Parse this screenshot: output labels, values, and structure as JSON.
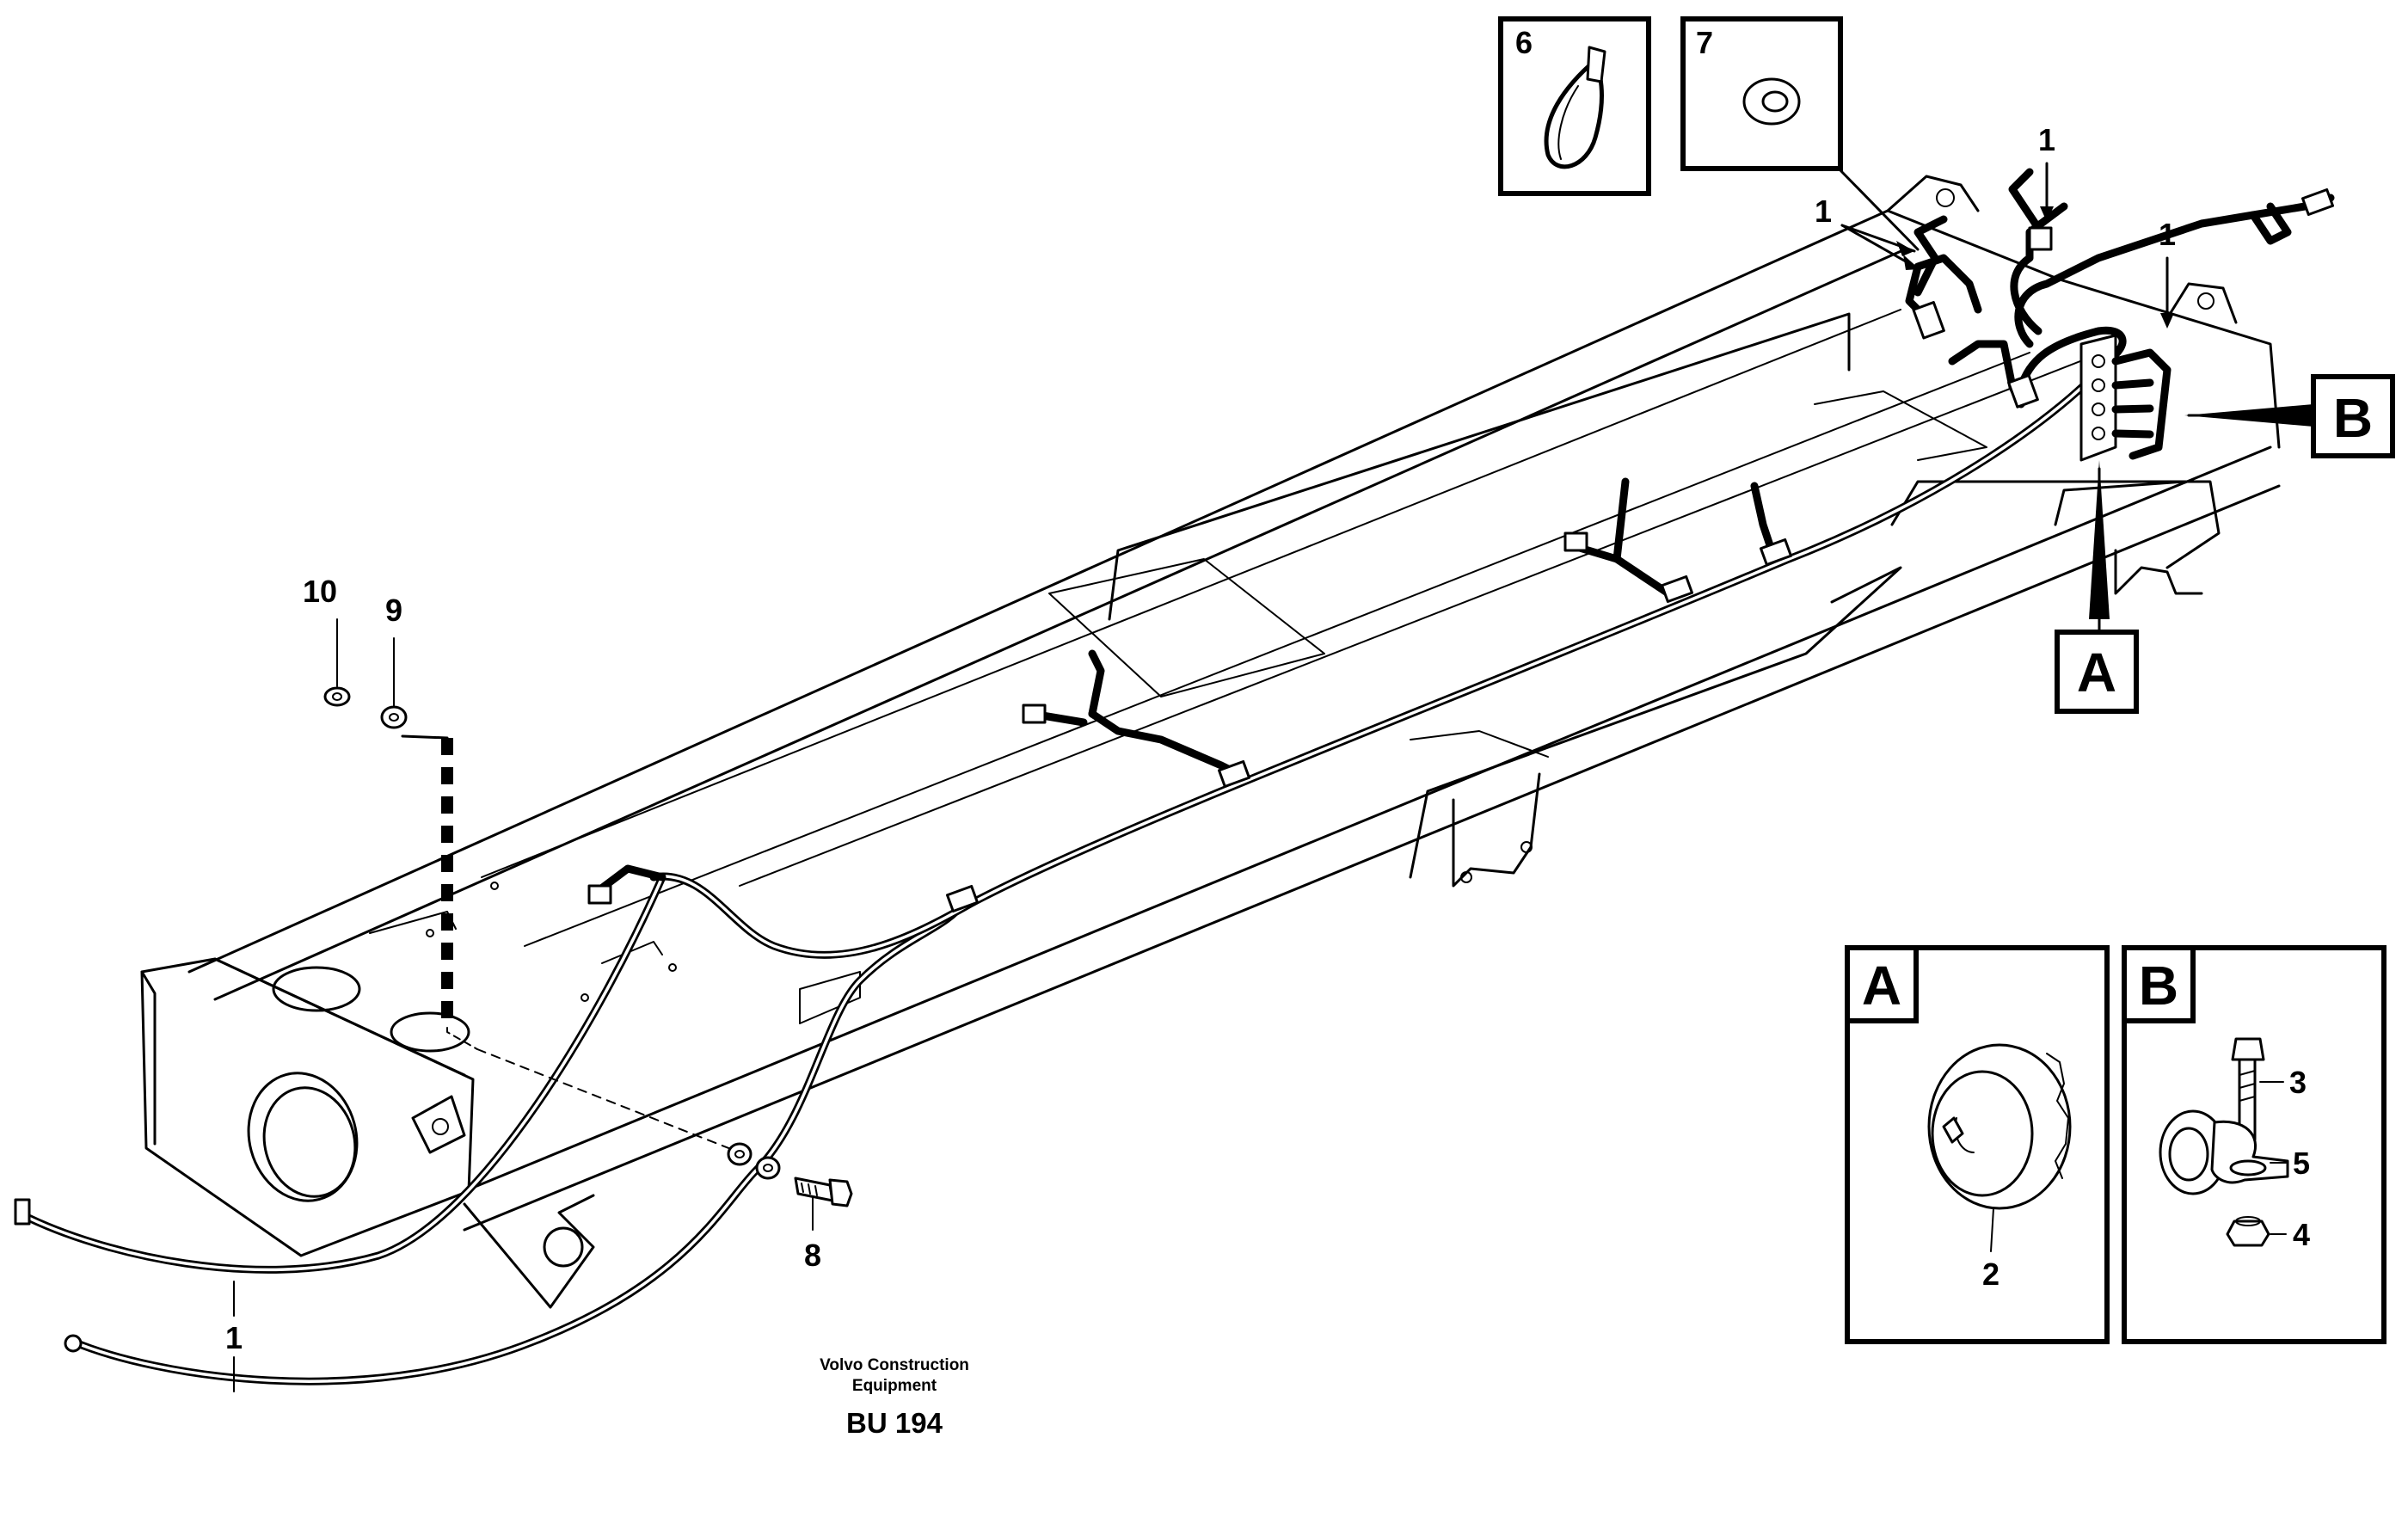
{
  "diagram": {
    "callouts": {
      "harness_top_left": "1",
      "harness_top_mid": "1",
      "harness_top_right": "1",
      "harness_bottom": "1",
      "item_2": "2",
      "item_3": "3",
      "item_4": "4",
      "item_5": "5",
      "item_6": "6",
      "item_7": "7",
      "item_8": "8",
      "item_9": "9",
      "item_10": "10"
    },
    "detail_labels": {
      "A": "A",
      "B": "B"
    },
    "footer": {
      "company_line1": "Volvo Construction",
      "company_line2": "Equipment",
      "drawing_code": "BU 194"
    }
  }
}
